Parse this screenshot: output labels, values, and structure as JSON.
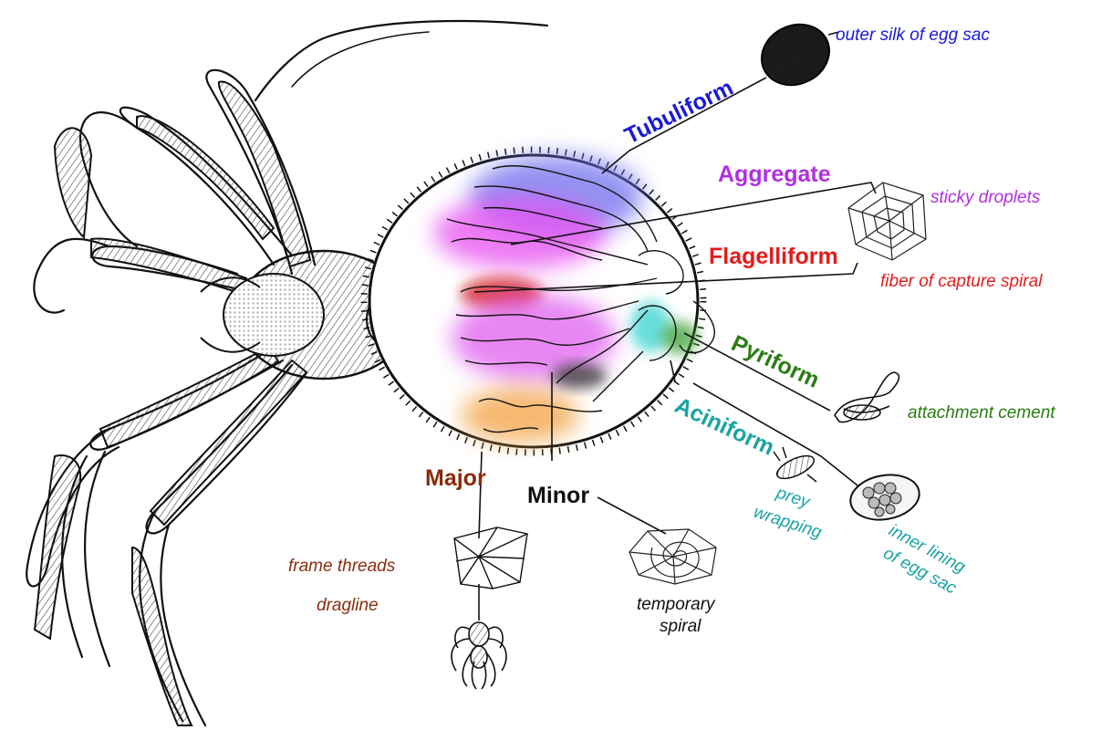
{
  "glands": {
    "tubuliform": {
      "name": "Tubuliform",
      "use": "outer silk of egg sac",
      "color": "#1a1ad6"
    },
    "aggregate": {
      "name": "Aggregate",
      "use": "sticky droplets",
      "color": "#b22ee0"
    },
    "flagelliform": {
      "name": "Flagelliform",
      "use": "fiber of capture spiral",
      "color": "#e41c1c"
    },
    "pyriform": {
      "name": "Pyriform",
      "use": "attachment cement",
      "color": "#2a7d12"
    },
    "aciniform": {
      "name": "Aciniform",
      "use_1": "prey wrapping",
      "use_1_line1": "prey",
      "use_1_line2": "wrapping",
      "use_2_line1": "inner lining",
      "use_2_line2": "of egg sac",
      "color": "#1aa3a3"
    },
    "major": {
      "name": "Major",
      "use_1": "frame threads",
      "use_2": "dragline",
      "color": "#8a2b0c"
    },
    "minor": {
      "name": "Minor",
      "use_line1": "temporary",
      "use_line2": "spiral",
      "color": "#111111"
    }
  },
  "blob_colors": {
    "tubuliform": "#6f6fee",
    "aggregate": "#e84ff2",
    "flagelliform": "#d40a0a",
    "aggregate_lower": "#e05ff0",
    "major": "#f2a040",
    "minor": "#333333",
    "aciniform": "#37d3d3",
    "pyriform": "#3aa030"
  }
}
